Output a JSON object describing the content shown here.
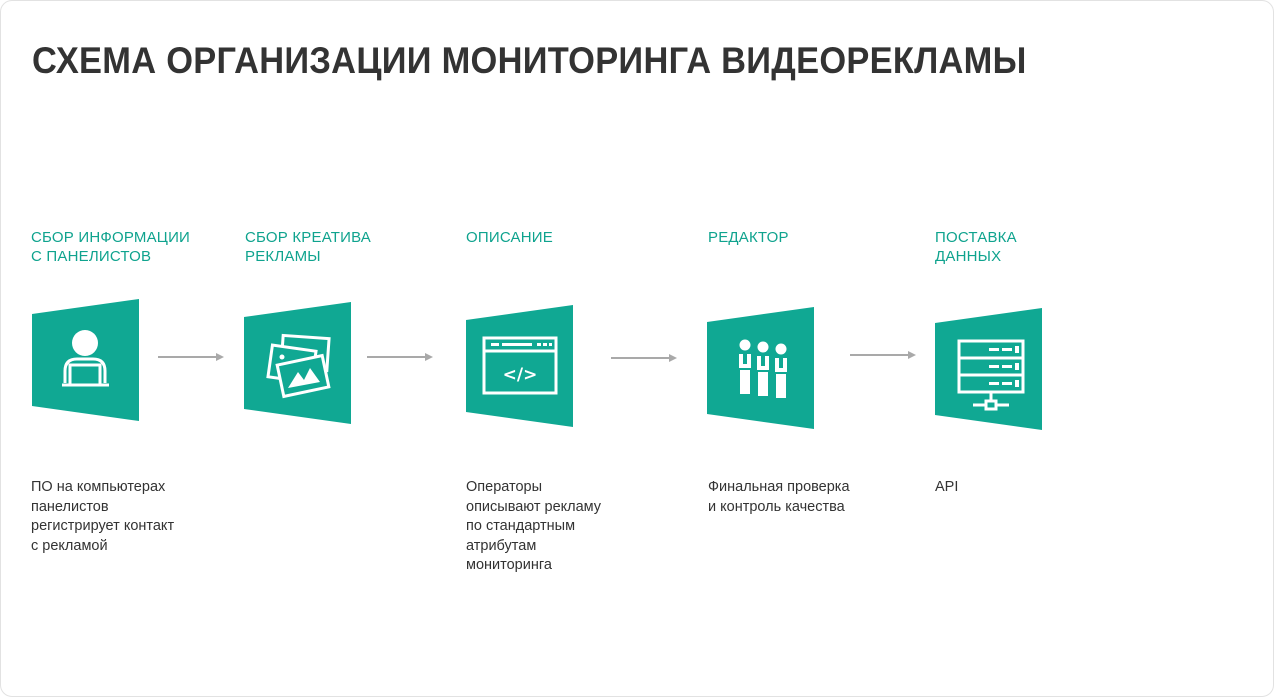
{
  "title": "СХЕМА ОРГАНИЗАЦИИ МОНИТОРИНГА ВИДЕОРЕКЛАМЫ",
  "colors": {
    "accent": "#0fa38e",
    "panel": "#10a893",
    "text": "#333333",
    "arrow": "#a9a9a9"
  },
  "steps": [
    {
      "title": "СБОР ИНФОРМАЦИИ\nС ПАНЕЛИСТОВ",
      "icon": "user-laptop-icon",
      "description": "ПО на компьютерах\nпанелистов\nрегистрирует контакт\nс рекламой"
    },
    {
      "title": "СБОР КРЕАТИВА\nРЕКЛАМЫ",
      "icon": "images-stack-icon",
      "description": ""
    },
    {
      "title": "ОПИСАНИЕ",
      "icon": "code-window-icon",
      "description": "Операторы\nописывают рекламу\nпо стандартным\nатрибутам\nмониторинга"
    },
    {
      "title": "РЕДАКТОР",
      "icon": "team-icon",
      "description": "Финальная проверка\nи контроль качества"
    },
    {
      "title": "ПОСТАВКА\nДАННЫХ",
      "icon": "server-network-icon",
      "description": "API"
    }
  ]
}
